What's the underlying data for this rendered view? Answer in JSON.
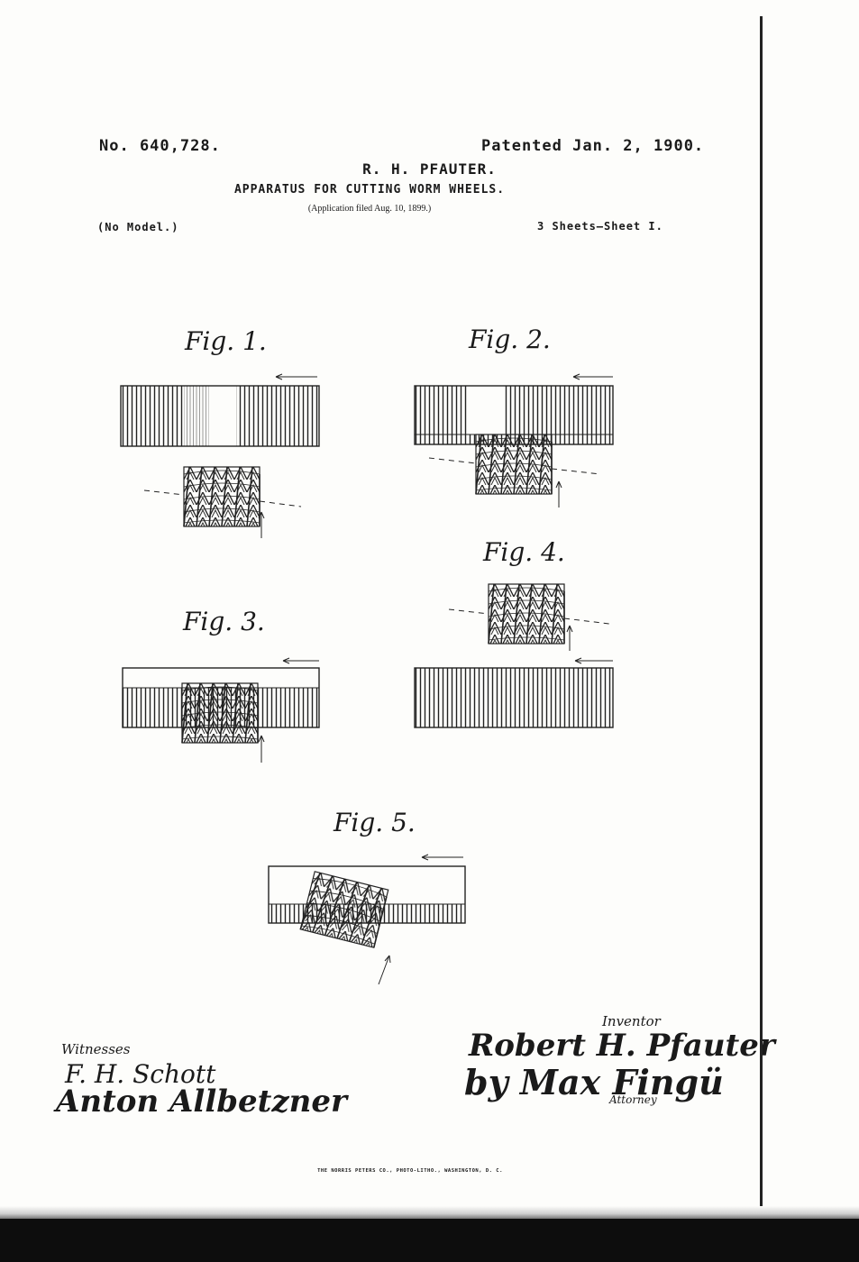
{
  "header": {
    "patent_number": "No. 640,728.",
    "patent_date": "Patented Jan. 2, 1900.",
    "inventor": "R. H. PFAUTER.",
    "title": "APPARATUS FOR CUTTING WORM WHEELS.",
    "application": "(Application filed Aug. 10, 1899.)",
    "model": "(No Model.)",
    "sheets": "3 Sheets—Sheet I."
  },
  "figures": [
    {
      "label": "Fig. 1.",
      "arrangement": "worm below blank"
    },
    {
      "label": "Fig. 2.",
      "arrangement": "worm engaging blank"
    },
    {
      "label": "Fig. 3.",
      "arrangement": "worm engaging blank"
    },
    {
      "label": "Fig. 4.",
      "arrangement": "worm above blank"
    },
    {
      "label": "Fig. 5.",
      "arrangement": "worm engaging blank"
    }
  ],
  "signatures": {
    "witnesses_label": "Witnesses",
    "witness_1": "F. H. Schott",
    "witness_2": "Anton Allbetzner",
    "inventor_label": "Inventor",
    "inventor_signature": "Robert H. Pfauter",
    "by_line": "by Max Fingü",
    "attorney_label": "Attorney"
  },
  "footer": {
    "printer": "THE NORRIS PETERS CO., PHOTO-LITHO., WASHINGTON, D. C."
  }
}
